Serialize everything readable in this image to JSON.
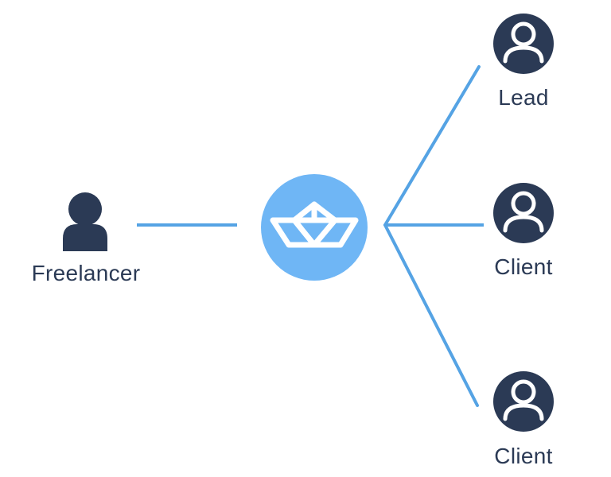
{
  "nodes": {
    "freelancer": {
      "label": "Freelancer",
      "icon": "person-icon"
    },
    "hub": {
      "icon": "paper-boat-icon"
    },
    "lead": {
      "label": "Lead",
      "icon": "user-avatar-icon"
    },
    "client_1": {
      "label": "Client",
      "icon": "user-avatar-icon"
    },
    "client_2": {
      "label": "Client",
      "icon": "user-avatar-icon"
    }
  },
  "colors": {
    "connector": "#55a3e4",
    "hub_fill": "#6fb6f5",
    "icon_dark": "#2b3a55",
    "boat": "#ffffff"
  }
}
